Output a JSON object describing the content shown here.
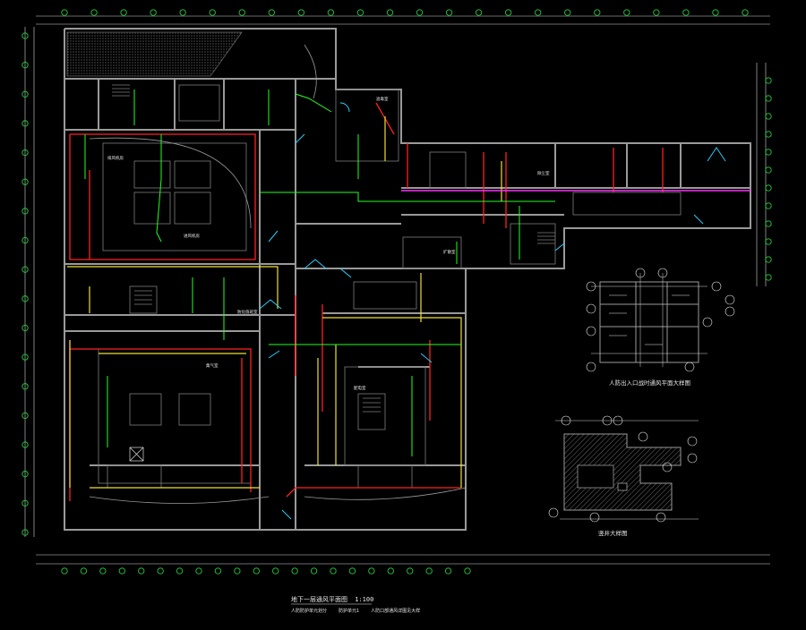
{
  "drawing": {
    "background": "#000000",
    "colors": {
      "wall": "#9a9a9a",
      "grid": "#d8d8d8",
      "axis_bubble": "#1fcf3a",
      "red_pipe": "#ff2020",
      "yellow_pipe": "#f0e030",
      "green_pipe": "#22ff22",
      "cyan_door": "#20d0ff",
      "magenta_duct": "#ff30ff",
      "white_text": "#e8e8e8"
    },
    "main_title": "地下一层通风平面图",
    "main_title_scale": "1:100",
    "main_subtitle_left": "人防防护单元划分",
    "main_subtitle_mid": "防护单元1",
    "main_subtitle_right": "人防口部通风详图见大样",
    "detail1_title": "人防出入口战时通风平面大样图",
    "detail2_title": "竖井大样图",
    "room_labels": [
      "排风机房",
      "进风机房",
      "滤毒室",
      "扩散室",
      "除尘室",
      "集气室",
      "配电室",
      "防化值班室"
    ],
    "top_axis_count": 24,
    "bottom_axis_count": 22,
    "left_axis_count": 18,
    "right_axis_count": 12
  }
}
